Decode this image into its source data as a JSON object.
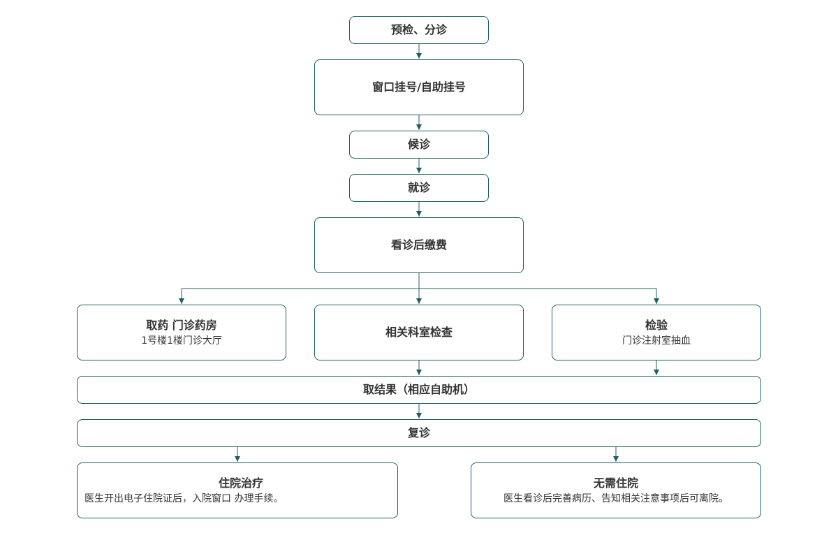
{
  "nodes": {
    "precheck": {
      "title": "预检、分诊"
    },
    "register": {
      "title": "窗口挂号/自助挂号"
    },
    "wait": {
      "title": "候诊"
    },
    "visit": {
      "title": "就诊"
    },
    "pay": {
      "title": "看诊后缴费"
    },
    "pharmacy": {
      "title": "取药 门诊药房",
      "sub": "1号楼1楼门诊大厅"
    },
    "exam": {
      "title": "相关科室检查"
    },
    "lab": {
      "title": "检验",
      "sub": "门诊注射室抽血"
    },
    "results": {
      "title": "取结果（相应自助机）"
    },
    "revisit": {
      "title": "复诊"
    },
    "inpatient": {
      "title": "住院治疗",
      "sub": "医生开出电子住院证后，入院窗口 办理手续。"
    },
    "no_inpatient": {
      "title": "无需住院",
      "sub": "医生看诊后完善病历、告知相关注意事项后可离院。"
    }
  },
  "colors": {
    "border": "#1f5f63",
    "arrow": "#1f5f63",
    "text": "#333333"
  }
}
